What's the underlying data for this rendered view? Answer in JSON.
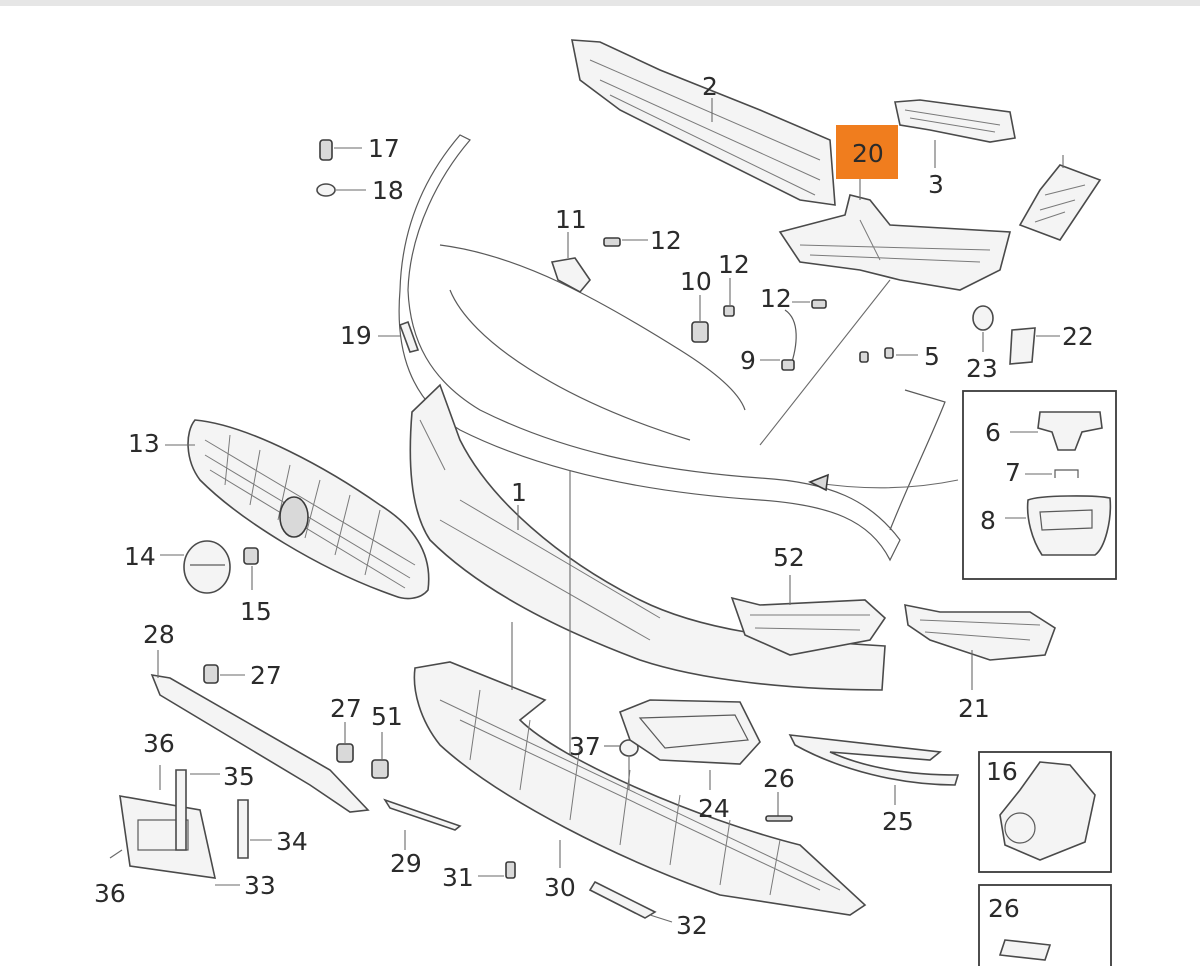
{
  "diagram": {
    "highlight_color": "#f07d1e",
    "highlighted_label": "20",
    "labels": {
      "l1": "1",
      "l2": "2",
      "l3": "3",
      "l5": "5",
      "l6": "6",
      "l7": "7",
      "l8": "8",
      "l9": "9",
      "l10": "10",
      "l11": "11",
      "l12a": "12",
      "l12b": "12",
      "l12c": "12",
      "l13": "13",
      "l14": "14",
      "l15": "15",
      "l16": "16",
      "l17": "17",
      "l18": "18",
      "l19": "19",
      "l21": "21",
      "l22": "22",
      "l23": "23",
      "l24": "24",
      "l25": "25",
      "l26a": "26",
      "l26b": "26",
      "l27a": "27",
      "l27b": "27",
      "l28": "28",
      "l29": "29",
      "l30": "30",
      "l31": "31",
      "l32": "32",
      "l33": "33",
      "l34": "34",
      "l35": "35",
      "l36a": "36",
      "l36b": "36",
      "l37": "37",
      "l51": "51",
      "l52": "52"
    }
  }
}
